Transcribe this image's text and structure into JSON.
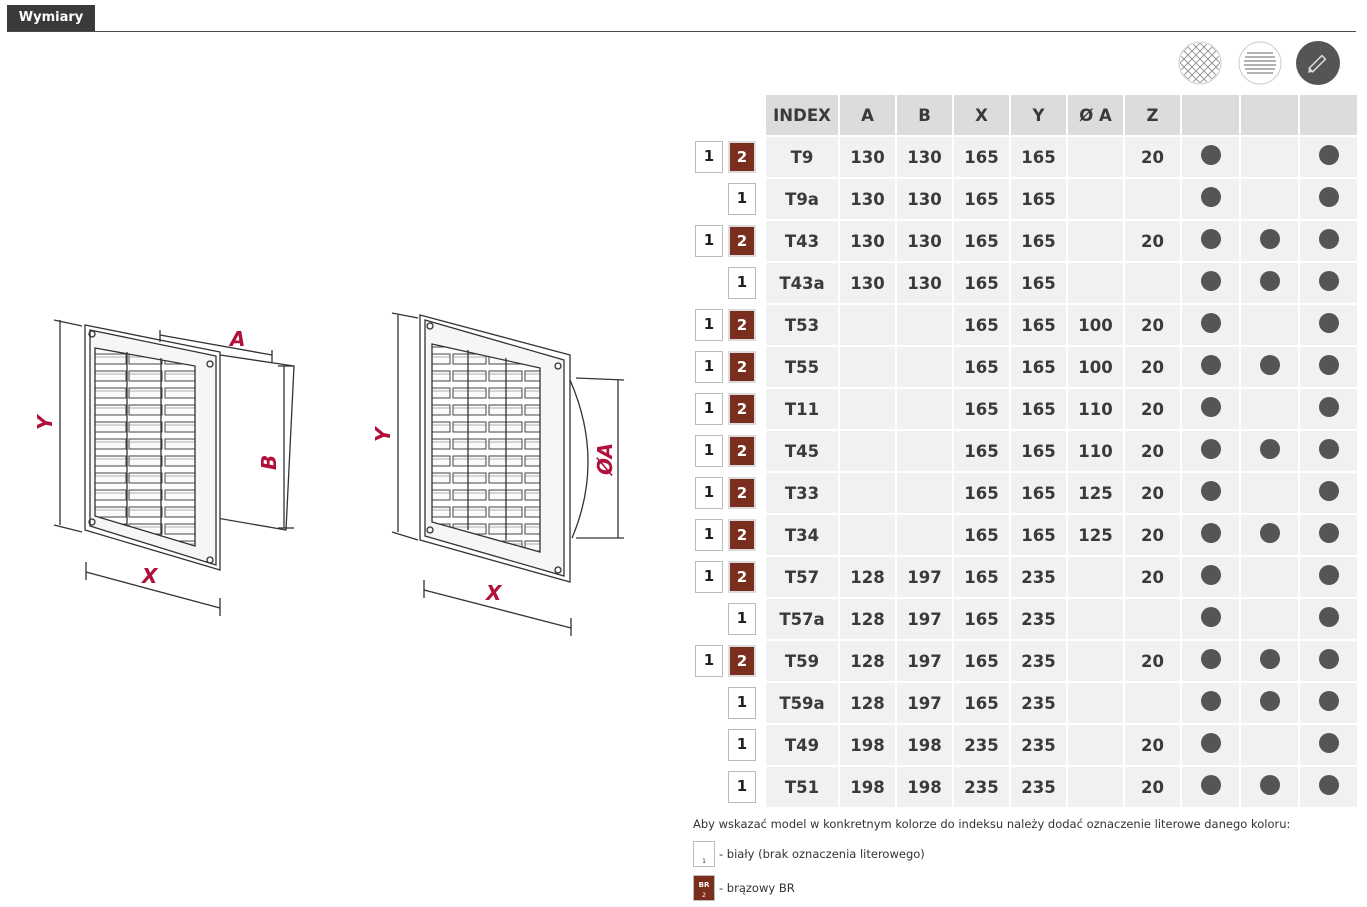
{
  "tab_title": "Wymiary",
  "accent_brown": "#7a2e1e",
  "view_icons": [
    "mesh-grille-icon",
    "louvre-grille-icon",
    "pencil-icon"
  ],
  "drawing_labels": {
    "a": "A",
    "b": "B",
    "y1": "Y",
    "x1": "X",
    "oa": "ØA",
    "y2": "Y",
    "x2": "X"
  },
  "table": {
    "headers": [
      "INDEX",
      "A",
      "B",
      "X",
      "Y",
      "Ø A",
      "Z"
    ],
    "rows": [
      {
        "badges": [
          "1",
          "2"
        ],
        "index": "T9",
        "a": "130",
        "b": "130",
        "x": "165",
        "y": "165",
        "oa": "",
        "z": "20",
        "d": [
          true,
          false,
          true
        ]
      },
      {
        "badges": [
          "1"
        ],
        "index": "T9a",
        "a": "130",
        "b": "130",
        "x": "165",
        "y": "165",
        "oa": "",
        "z": "",
        "d": [
          true,
          false,
          true
        ]
      },
      {
        "badges": [
          "1",
          "2"
        ],
        "index": "T43",
        "a": "130",
        "b": "130",
        "x": "165",
        "y": "165",
        "oa": "",
        "z": "20",
        "d": [
          true,
          true,
          true
        ]
      },
      {
        "badges": [
          "1"
        ],
        "index": "T43a",
        "a": "130",
        "b": "130",
        "x": "165",
        "y": "165",
        "oa": "",
        "z": "",
        "d": [
          true,
          true,
          true
        ]
      },
      {
        "badges": [
          "1",
          "2"
        ],
        "index": "T53",
        "a": "",
        "b": "",
        "x": "165",
        "y": "165",
        "oa": "100",
        "z": "20",
        "d": [
          true,
          false,
          true
        ]
      },
      {
        "badges": [
          "1",
          "2"
        ],
        "index": "T55",
        "a": "",
        "b": "",
        "x": "165",
        "y": "165",
        "oa": "100",
        "z": "20",
        "d": [
          true,
          true,
          true
        ]
      },
      {
        "badges": [
          "1",
          "2"
        ],
        "index": "T11",
        "a": "",
        "b": "",
        "x": "165",
        "y": "165",
        "oa": "110",
        "z": "20",
        "d": [
          true,
          false,
          true
        ]
      },
      {
        "badges": [
          "1",
          "2"
        ],
        "index": "T45",
        "a": "",
        "b": "",
        "x": "165",
        "y": "165",
        "oa": "110",
        "z": "20",
        "d": [
          true,
          true,
          true
        ]
      },
      {
        "badges": [
          "1",
          "2"
        ],
        "index": "T33",
        "a": "",
        "b": "",
        "x": "165",
        "y": "165",
        "oa": "125",
        "z": "20",
        "d": [
          true,
          false,
          true
        ]
      },
      {
        "badges": [
          "1",
          "2"
        ],
        "index": "T34",
        "a": "",
        "b": "",
        "x": "165",
        "y": "165",
        "oa": "125",
        "z": "20",
        "d": [
          true,
          true,
          true
        ]
      },
      {
        "badges": [
          "1",
          "2"
        ],
        "index": "T57",
        "a": "128",
        "b": "197",
        "x": "165",
        "y": "235",
        "oa": "",
        "z": "20",
        "d": [
          true,
          false,
          true
        ]
      },
      {
        "badges": [
          "1"
        ],
        "index": "T57a",
        "a": "128",
        "b": "197",
        "x": "165",
        "y": "235",
        "oa": "",
        "z": "",
        "d": [
          true,
          false,
          true
        ]
      },
      {
        "badges": [
          "1",
          "2"
        ],
        "index": "T59",
        "a": "128",
        "b": "197",
        "x": "165",
        "y": "235",
        "oa": "",
        "z": "20",
        "d": [
          true,
          true,
          true
        ]
      },
      {
        "badges": [
          "1"
        ],
        "index": "T59a",
        "a": "128",
        "b": "197",
        "x": "165",
        "y": "235",
        "oa": "",
        "z": "",
        "d": [
          true,
          true,
          true
        ]
      },
      {
        "badges": [
          "1"
        ],
        "index": "T49",
        "a": "198",
        "b": "198",
        "x": "235",
        "y": "235",
        "oa": "",
        "z": "20",
        "d": [
          true,
          false,
          true
        ]
      },
      {
        "badges": [
          "1"
        ],
        "index": "T51",
        "a": "198",
        "b": "198",
        "x": "235",
        "y": "235",
        "oa": "",
        "z": "20",
        "d": [
          true,
          true,
          true
        ]
      }
    ]
  },
  "legend": {
    "note": "Aby wskazać model w konkretnym kolorze do indeksu należy dodać oznaczenie literowe danego koloru:",
    "white_label": "- biały (brak oznaczenia literowego)",
    "white_swatch_num": "1",
    "brown_label": "- brązowy BR",
    "brown_swatch_code": "BR",
    "brown_swatch_num": "2"
  }
}
